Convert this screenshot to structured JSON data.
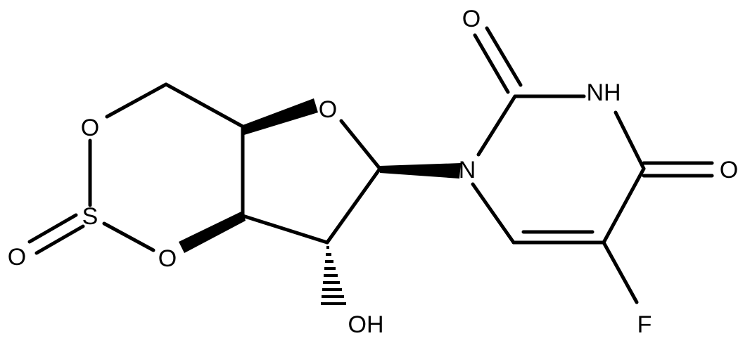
{
  "atoms": {
    "o_carbonyl_top": "O",
    "n3h": "NH",
    "o_carbonyl_right": "O",
    "o_ring_furanose": "O",
    "o_sulfite_upper": "O",
    "s": "S",
    "o_sulfite_lower": "O",
    "o_sulfinyl": "O",
    "n1": "N",
    "oh": "OH",
    "f": "F"
  },
  "colors": {
    "ink": "#000000",
    "background": "#ffffff"
  }
}
